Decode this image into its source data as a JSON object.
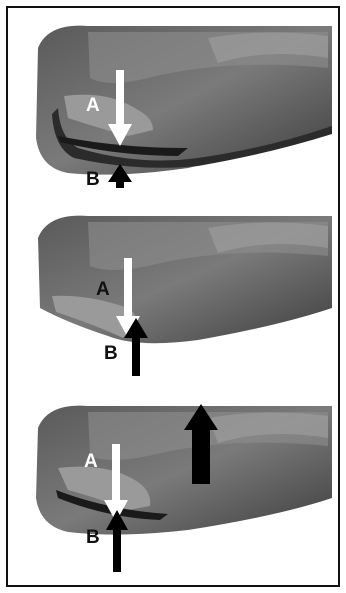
{
  "figure": {
    "panels": [
      {
        "label_a": "A",
        "label_b": "B",
        "state": "initial"
      },
      {
        "label_a": "A",
        "label_b": "B",
        "state": "contact"
      },
      {
        "label_a": "A",
        "label_b": "B",
        "state": "lifted"
      }
    ]
  },
  "colors": {
    "casting_dark": "#4a4a4a",
    "casting_mid": "#6b6b6b",
    "casting_light": "#9a9a9a",
    "gasket": "#8c8c8c",
    "arrow_light": "#ffffff",
    "arrow_dark": "#000000",
    "border": "#111111"
  }
}
